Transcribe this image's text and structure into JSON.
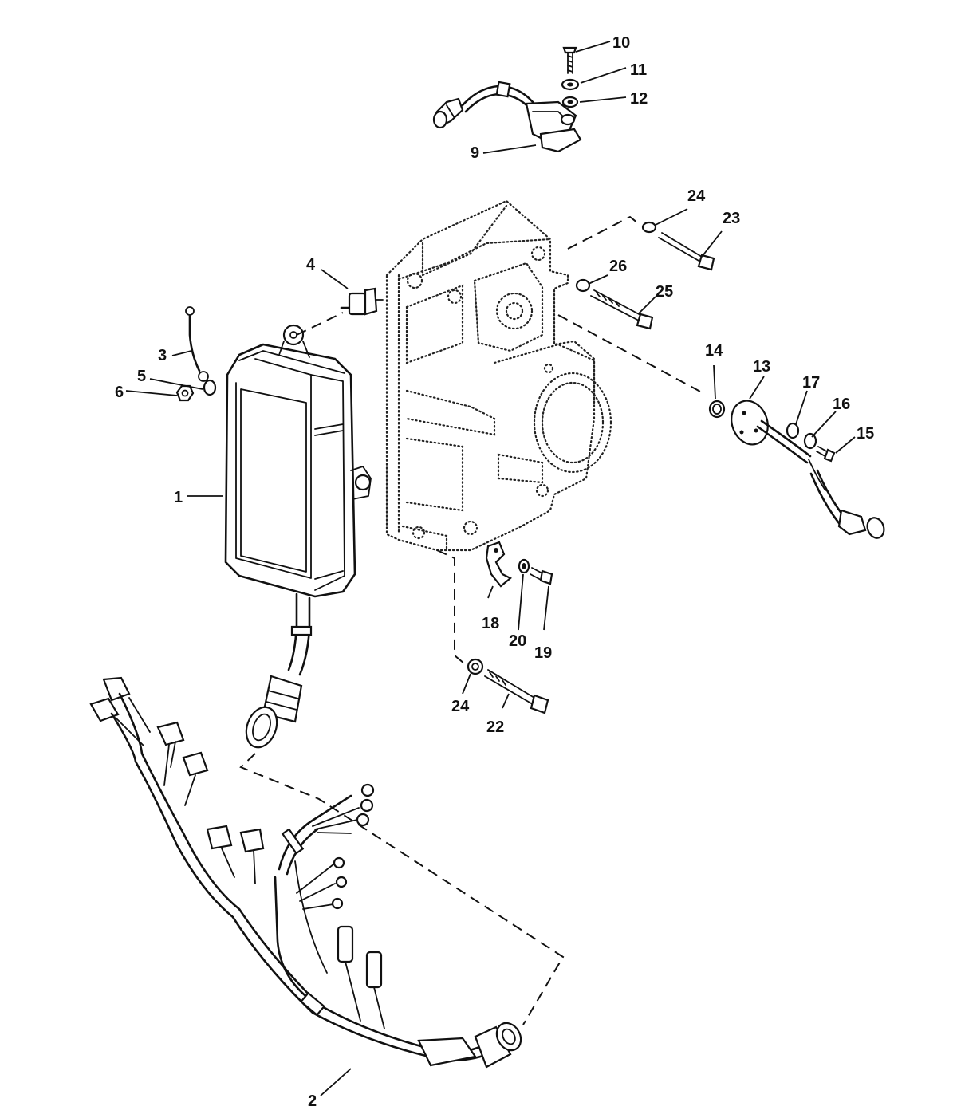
{
  "callouts": [
    {
      "id": "c1",
      "text": "1"
    },
    {
      "id": "c2",
      "text": "2"
    },
    {
      "id": "c3",
      "text": "3"
    },
    {
      "id": "c4",
      "text": "4"
    },
    {
      "id": "c5",
      "text": "5"
    },
    {
      "id": "c6",
      "text": "6"
    },
    {
      "id": "c9",
      "text": "9"
    },
    {
      "id": "c10",
      "text": "10"
    },
    {
      "id": "c11",
      "text": "11"
    },
    {
      "id": "c12",
      "text": "12"
    },
    {
      "id": "c13",
      "text": "13"
    },
    {
      "id": "c14",
      "text": "14"
    },
    {
      "id": "c15",
      "text": "15"
    },
    {
      "id": "c16",
      "text": "16"
    },
    {
      "id": "c17",
      "text": "17"
    },
    {
      "id": "c18",
      "text": "18"
    },
    {
      "id": "c19",
      "text": "19"
    },
    {
      "id": "c20",
      "text": "20"
    },
    {
      "id": "c22",
      "text": "22"
    },
    {
      "id": "c23",
      "text": "23"
    },
    {
      "id": "c24a",
      "text": "24"
    },
    {
      "id": "c24b",
      "text": "24"
    },
    {
      "id": "c25",
      "text": "25"
    },
    {
      "id": "c26",
      "text": "26"
    }
  ]
}
